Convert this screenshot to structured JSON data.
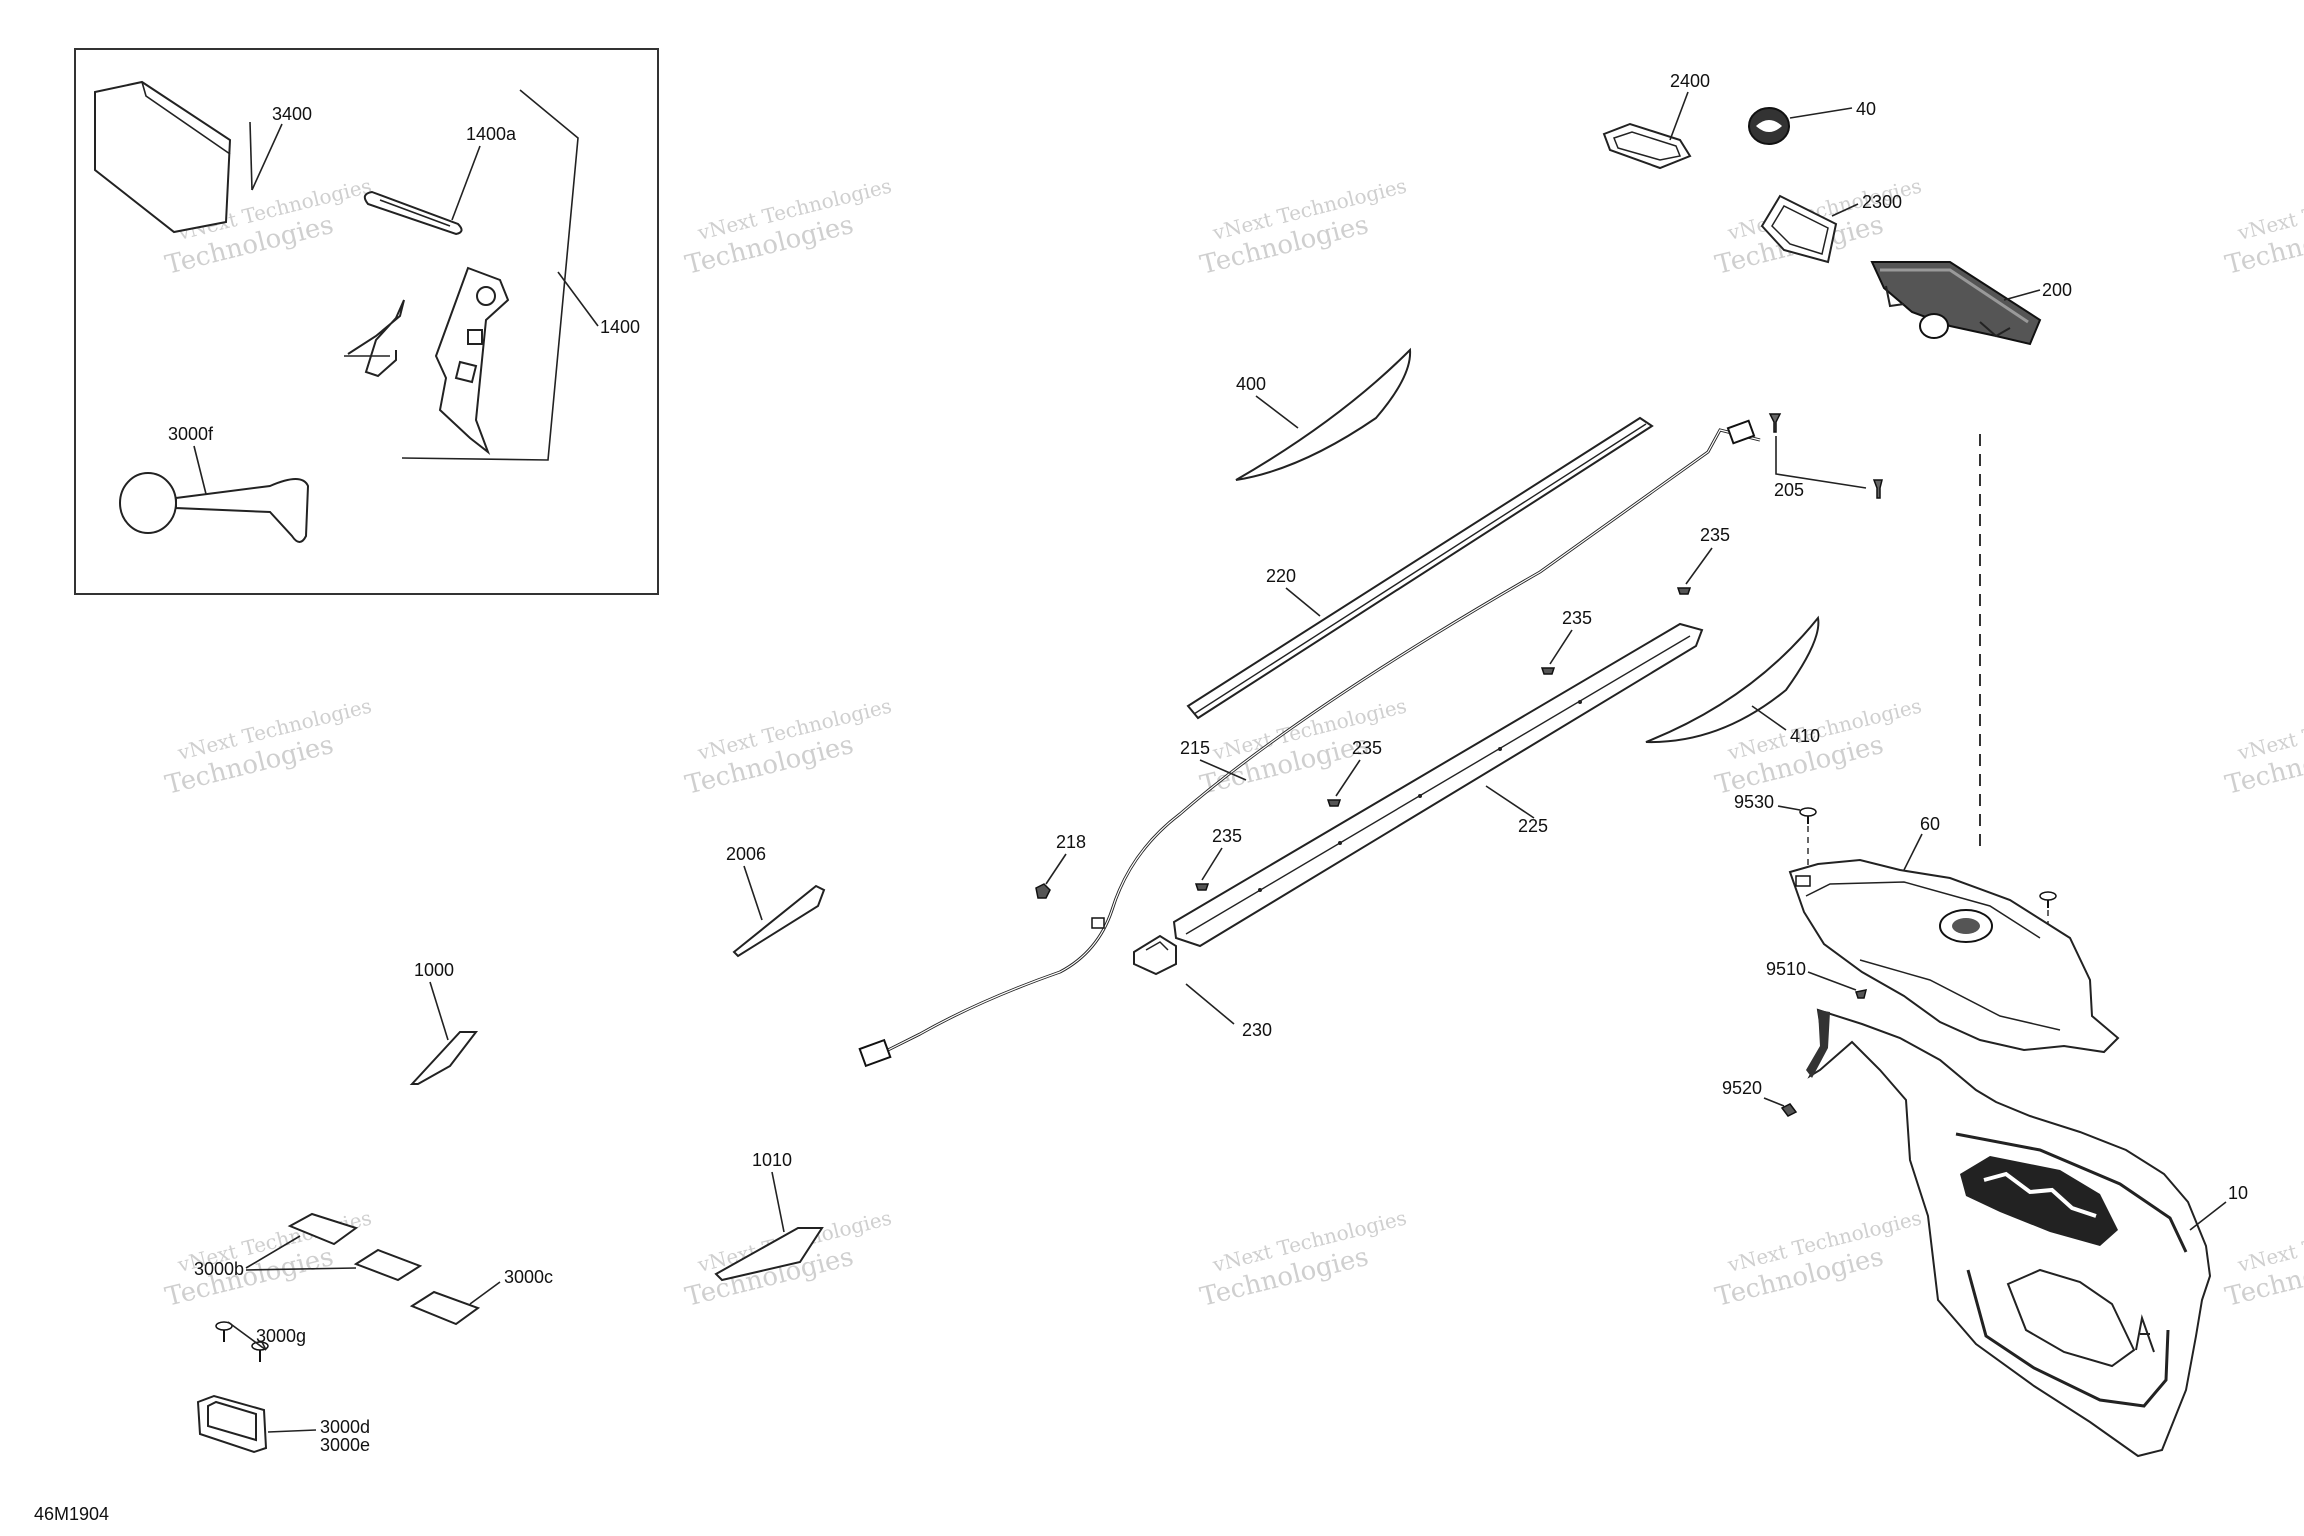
{
  "diagram": {
    "code": "46M1904",
    "watermark_line1": "vNext Technologies",
    "watermark_line2": "Technologies",
    "parts": {
      "p3400": "3400",
      "p1400a": "1400a",
      "p1400": "1400",
      "p3000f": "3000f",
      "p2400": "2400",
      "p40": "40",
      "p2300": "2300",
      "p200": "200",
      "p400": "400",
      "p205": "205",
      "p235a": "235",
      "p220": "220",
      "p235b": "235",
      "p410": "410",
      "p215": "215",
      "p235c": "235",
      "p225": "225",
      "p9530": "9530",
      "p60": "60",
      "p218": "218",
      "p235d": "235",
      "p2006": "2006",
      "p1000": "1000",
      "p9510": "9510",
      "p230": "230",
      "p9520": "9520",
      "p10": "10",
      "p1010": "1010",
      "p3000b": "3000b",
      "p3000c": "3000c",
      "p3000g": "3000g",
      "p3000d": "3000d",
      "p3000e": "3000e"
    }
  }
}
